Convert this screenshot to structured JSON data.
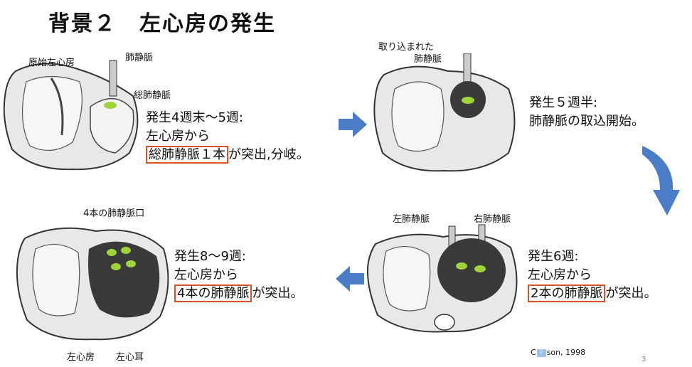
{
  "title": "背景２　左心房の発生",
  "stage1": {
    "labels": {
      "primitive_la": "原始左心房",
      "pv": "肺静脈",
      "common_pv": "総肺静脈"
    },
    "line1": "発生4週末〜5週:",
    "line2": "左心房から",
    "line3_highlight": "総肺静脈１本",
    "line3_rest": "が突出,分岐。"
  },
  "stage2": {
    "labels": {
      "incorporated_1": "取り込まれた",
      "incorporated_2": "肺静脈"
    },
    "line1": "発生５週半:",
    "line2": "肺静脈の取込開始。"
  },
  "stage3": {
    "labels": {
      "left_pv": "左肺静脈",
      "right_pv": "右肺静脈"
    },
    "line1": "発生6週:",
    "line2": "左心房から",
    "line3_highlight": "2本の肺静脈",
    "line3_rest": "が突出。"
  },
  "stage4": {
    "labels": {
      "four_pv_ostia": "4本の肺静脈口",
      "la": "左心房",
      "laa": "左心耳"
    },
    "line1": "発生8〜9週:",
    "line2": "左心房から",
    "line3_highlight": "4本の肺静脈",
    "line3_rest": "が突出。"
  },
  "citation": {
    "pre": "C",
    "post": "son, 1998"
  },
  "page_number": "3",
  "colors": {
    "highlight_border": "#d9502a",
    "arrow": "#4a7cc7",
    "vein_dot": "#9fd33a",
    "chamber": "#3a3a3a"
  }
}
